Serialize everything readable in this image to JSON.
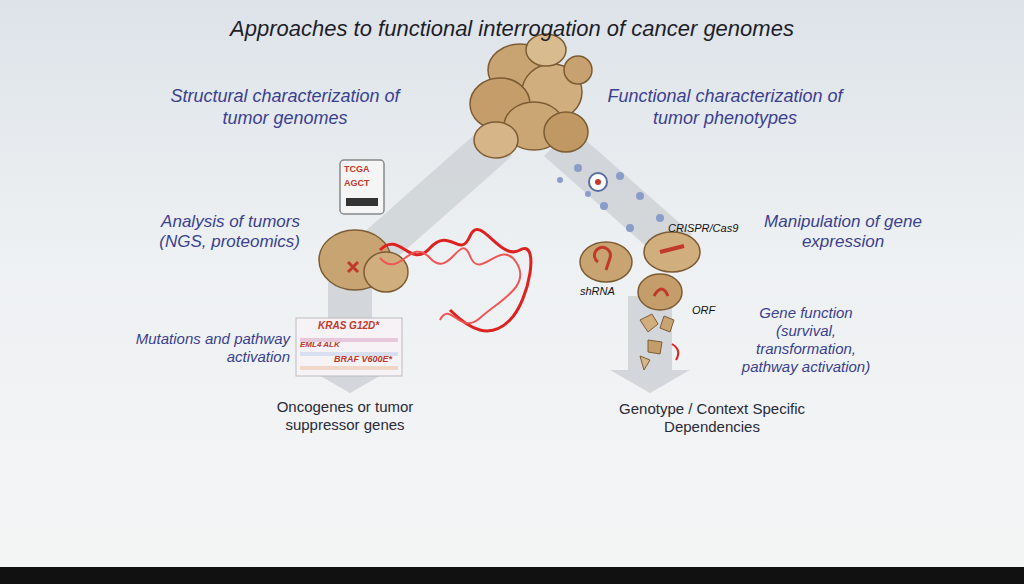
{
  "diagram": {
    "title": "Approaches to functional interrogation of cancer genomes",
    "labels": [
      "Structural characterization of tumor genomes",
      "Functional characterization of tumor phenotypes",
      "TCGA",
      "AGCT",
      "Analysis of tumors (NGS, proteomics)",
      "CRISPR/Cas9",
      "Manipulation of gene expression",
      "shRNA",
      "ORF",
      "KRAS G12D*",
      "EML4 ALK",
      "BRAF V600E*",
      "Mutations and pathway activation",
      "Gene function (survival, transformation, pathway activation)",
      "Oncogenes or tumor suppressor genes",
      "Genotype / Context Specific Dependencies"
    ]
  }
}
